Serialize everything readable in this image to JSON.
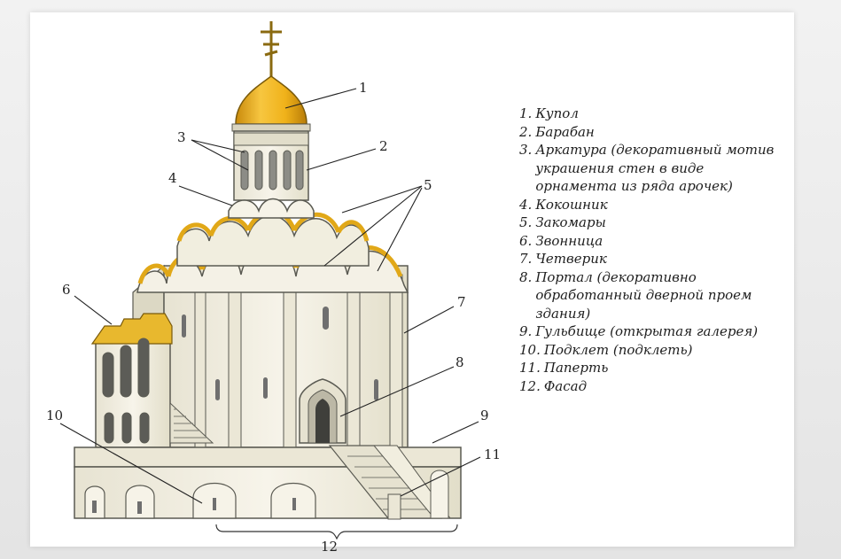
{
  "callouts": [
    "1",
    "2",
    "3",
    "4",
    "5",
    "6",
    "7",
    "8",
    "9",
    "10",
    "11",
    "12"
  ],
  "legend": [
    {
      "n": "1.",
      "text": "Купол"
    },
    {
      "n": "2.",
      "text": "Барабан"
    },
    {
      "n": "3.",
      "text": "Аркатура (декоративный мотив украшения стен в виде орнамента из ряда арочек)"
    },
    {
      "n": "4.",
      "text": "Кокошник"
    },
    {
      "n": "5.",
      "text": "Закомары"
    },
    {
      "n": "6.",
      "text": "Звонница"
    },
    {
      "n": "7.",
      "text": "Четверик"
    },
    {
      "n": "8.",
      "text": "Портал (декоративно обработанный дверной проем здания)"
    },
    {
      "n": "9.",
      "text": "Гульбище (открытая галерея)"
    },
    {
      "n": "10.",
      "text": "Подклет (подклеть)"
    },
    {
      "n": "11.",
      "text": "Паперть"
    },
    {
      "n": "12.",
      "text": "Фасад"
    }
  ],
  "colors": {
    "wall": "#f4f1e6",
    "wall_shade": "#dcd8c4",
    "outline": "#5a5a52",
    "dome": "#f0b21a",
    "dome_shade": "#c98a0c",
    "roof": "#e8b82e",
    "window": "#6f6f6f"
  }
}
